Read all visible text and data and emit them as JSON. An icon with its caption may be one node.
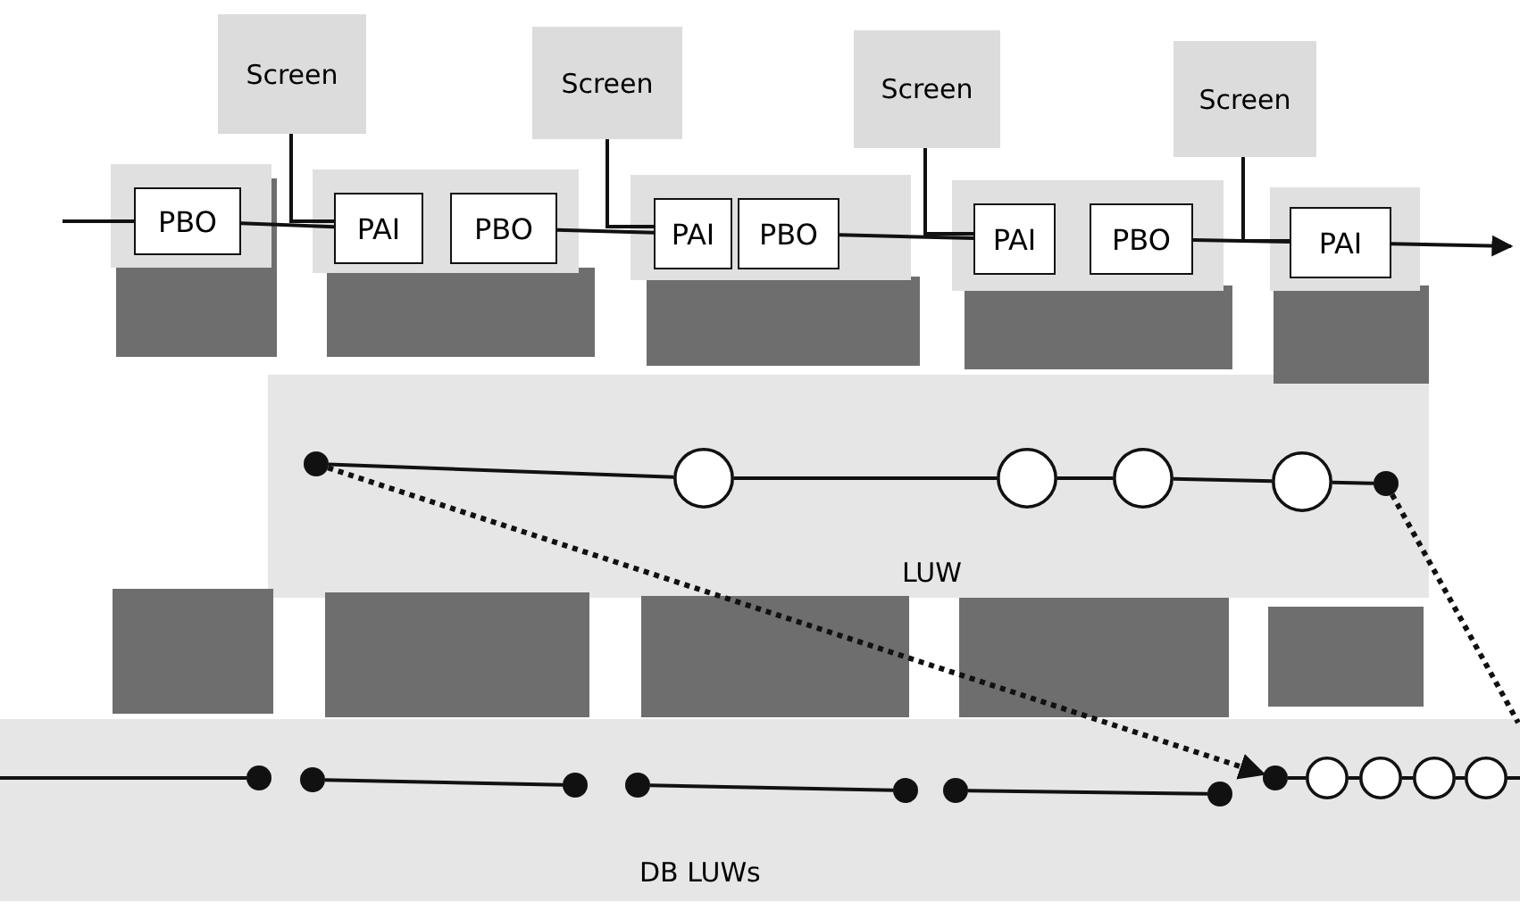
{
  "diagram": {
    "nodes": [
      {
        "text": [
          "Screen"
        ]
      },
      {
        "text": [
          "Screen"
        ]
      },
      {
        "text": [
          "Screen"
        ]
      },
      {
        "text": [
          "Screen"
        ]
      },
      {
        "text": [
          "PBO"
        ]
      },
      {
        "text": [
          "PAI"
        ]
      },
      {
        "text": [
          "PBO"
        ]
      },
      {
        "text": [
          "PAI"
        ]
      },
      {
        "text": [
          "PBO"
        ]
      },
      {
        "text": [
          "PAI"
        ]
      },
      {
        "text": [
          "PBO"
        ]
      },
      {
        "text": [
          "PAI"
        ]
      },
      {
        "text": [],
        "shape": "dot"
      },
      {
        "text": [],
        "shape": "circle"
      },
      {
        "text": [],
        "shape": "circle"
      },
      {
        "text": [],
        "shape": "circle"
      },
      {
        "text": [],
        "shape": "circle"
      },
      {
        "text": [],
        "shape": "dot"
      },
      {
        "text": [],
        "shape": "dot"
      },
      {
        "text": [],
        "shape": "dot"
      },
      {
        "text": [],
        "shape": "dot"
      },
      {
        "text": [],
        "shape": "dot"
      },
      {
        "text": [],
        "shape": "dot"
      },
      {
        "text": [],
        "shape": "dot"
      },
      {
        "text": [],
        "shape": "dot"
      },
      {
        "text": [],
        "shape": "dot"
      },
      {
        "text": [],
        "shape": "circle"
      },
      {
        "text": [],
        "shape": "circle"
      },
      {
        "text": [],
        "shape": "circle"
      },
      {
        "text": [],
        "shape": "circle"
      }
    ],
    "edges": [
      {
        "from": null,
        "to": 4,
        "arrow": "none"
      },
      {
        "from": 4,
        "to": 5,
        "arrow": "none"
      },
      {
        "from": 6,
        "to": 7,
        "arrow": "none"
      },
      {
        "from": 8,
        "to": 9,
        "arrow": "none"
      },
      {
        "from": 10,
        "to": 11,
        "arrow": "none"
      },
      {
        "from": 11,
        "to": null,
        "arrow": "to"
      },
      {
        "from": 0,
        "to": 5,
        "arrow": "none"
      },
      {
        "from": 1,
        "to": 7,
        "arrow": "none"
      },
      {
        "from": 2,
        "to": 9,
        "arrow": "none"
      },
      {
        "from": 3,
        "to": 11,
        "arrow": "none"
      },
      {
        "from": 12,
        "to": 13,
        "arrow": "none"
      },
      {
        "from": 13,
        "to": 14,
        "arrow": "none"
      },
      {
        "from": 14,
        "to": 15,
        "arrow": "none"
      },
      {
        "from": 15,
        "to": 16,
        "arrow": "none"
      },
      {
        "from": 16,
        "to": 17,
        "arrow": "none"
      },
      {
        "from": null,
        "to": 18,
        "arrow": "none"
      },
      {
        "from": 19,
        "to": 20,
        "arrow": "none"
      },
      {
        "from": 21,
        "to": 22,
        "arrow": "none"
      },
      {
        "from": 23,
        "to": 24,
        "arrow": "none"
      },
      {
        "from": 25,
        "to": 26,
        "arrow": "none"
      },
      {
        "from": 26,
        "to": 27,
        "arrow": "none"
      },
      {
        "from": 27,
        "to": 28,
        "arrow": "none"
      },
      {
        "from": 28,
        "to": 29,
        "arrow": "none"
      },
      {
        "from": 29,
        "to": null,
        "arrow": "none"
      },
      {
        "from": 12,
        "to": 25,
        "arrow": "to",
        "style": "dashed"
      },
      {
        "from": 17,
        "to": null,
        "arrow": "none",
        "style": "dashed"
      }
    ],
    "labels": [
      "LUW",
      "DB LUWs"
    ]
  }
}
